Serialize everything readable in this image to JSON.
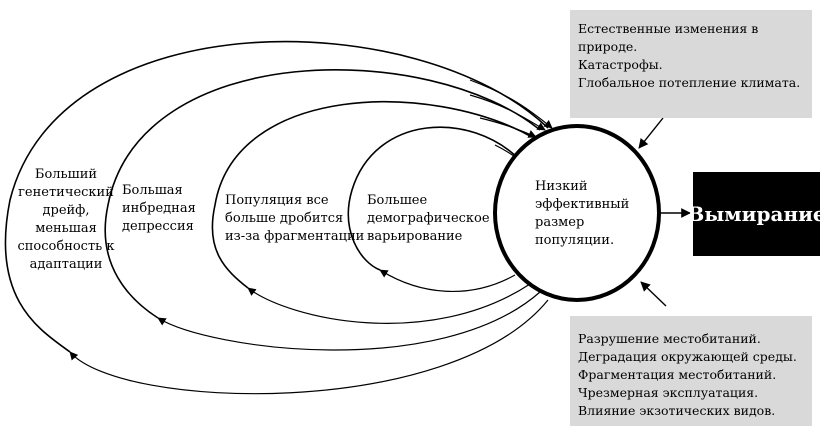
{
  "rings": [
    {
      "text": "Больший\nгенетический\nдрейф, меньшая\nспособность к\nадаптации"
    },
    {
      "text": "Большая\nинбредная\nдепрессия"
    },
    {
      "text": "Популяция все\nбольше дробится\nиз-за фрагментации"
    },
    {
      "text": "Большее\nдемографическое\nварьирование"
    }
  ],
  "core": {
    "text": "Низкий\nэффективный\nразмер\nпопуляции."
  },
  "outcome": {
    "label": "Вымирание"
  },
  "top_box": {
    "lines": [
      "Естественные изменения в",
      "природе.",
      "Катастрофы.",
      "Глобальное потепление климата."
    ]
  },
  "bottom_box": {
    "lines": [
      "Разрушение местобитаний.",
      "Деградация окружающей среды.",
      "Фрагментация местобитаний.",
      "Чрезмерная эксплуатация.",
      "Влияние экзотических видов."
    ]
  },
  "colors": {
    "box": "#d9d9d9",
    "outcome_bg": "#000000",
    "line": "#000000"
  }
}
